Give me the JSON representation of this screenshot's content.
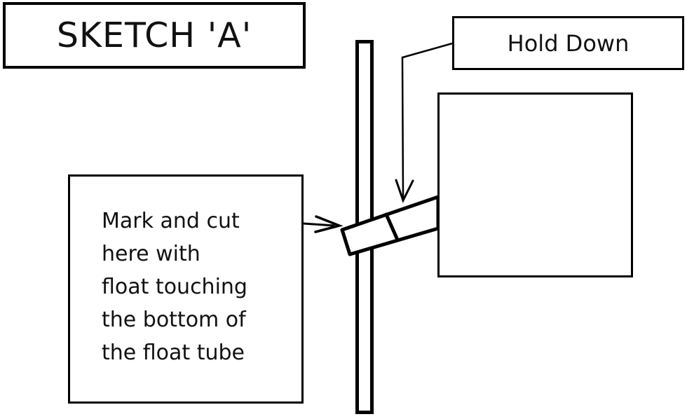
{
  "canvas": {
    "background_color": "#ffffff",
    "line_color": "#000000"
  },
  "title_box": {
    "label": "SKETCH 'A'"
  },
  "hold_down_box": {
    "label": "Hold Down"
  },
  "instruction_box": {
    "lines": [
      "Mark and cut",
      "here with",
      "float touching",
      "the bottom of",
      "the float tube"
    ]
  }
}
